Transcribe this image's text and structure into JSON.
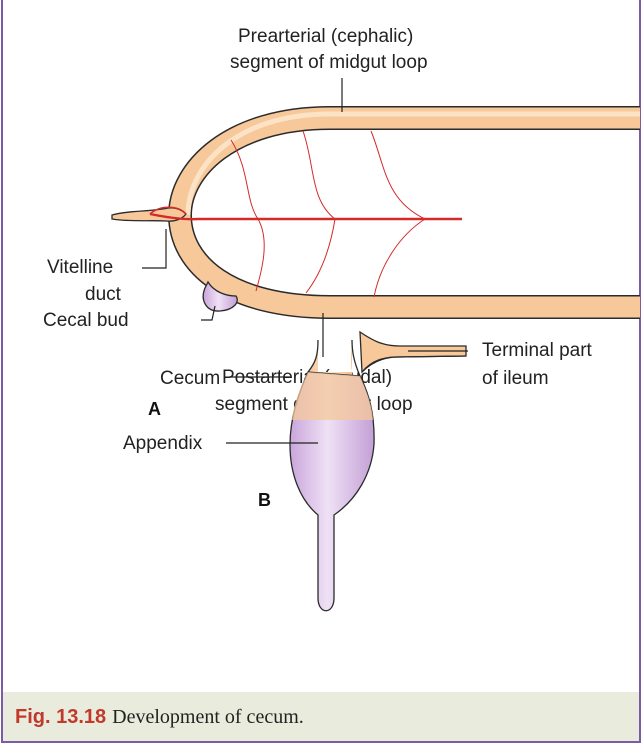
{
  "figure": {
    "number": "Fig. 13.18",
    "caption": "Development of cecum."
  },
  "panel_a": {
    "letter": "A",
    "labels": {
      "prearterial_line1": "Prearterial (cephalic)",
      "prearterial_line2": "segment of midgut loop",
      "vitelline_line1": "Vitelline",
      "vitelline_line2": "duct",
      "cecal_bud": "Cecal bud",
      "postarterial_line1": "Postarterial (caudal)",
      "postarterial_line2": "segment of midgut loop"
    }
  },
  "panel_b": {
    "letter": "B",
    "labels": {
      "terminal_line1": "Terminal part",
      "terminal_line2": "of ileum",
      "cecum": "Cecum",
      "appendix": "Appendix"
    }
  },
  "colors": {
    "frame": "#7b5aa6",
    "gut": "#f6c89a",
    "gut_outline": "#2b2b2b",
    "vessel": "#d42a2a",
    "cecum": "#d9c2e6",
    "caption_bar": "#e9ecdd",
    "figure_number": "#c0392b"
  }
}
